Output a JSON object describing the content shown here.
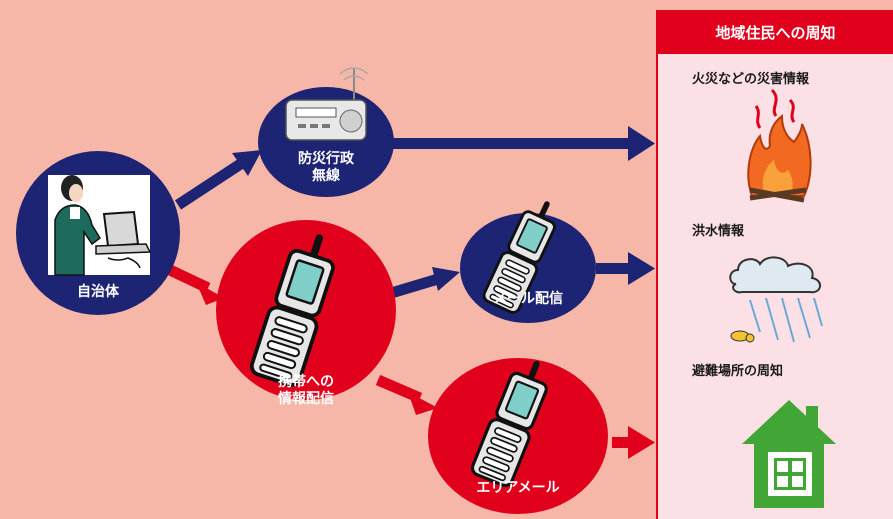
{
  "nodes": {
    "municipality": "自治体",
    "radio": "防災行政\n無線",
    "mobile_info": "携帯への\n情報配信",
    "mail": "メール配信",
    "area_mail": "エリアメール"
  },
  "panel": {
    "title": "地域住民への周知",
    "sections": [
      "火災などの災害情報",
      "洪水情報",
      "避難場所の周知"
    ]
  },
  "colors": {
    "navy": "#1c2473",
    "red": "#e0001b",
    "background": "#f6b7a8",
    "panel_bg": "#fbe0e6"
  }
}
